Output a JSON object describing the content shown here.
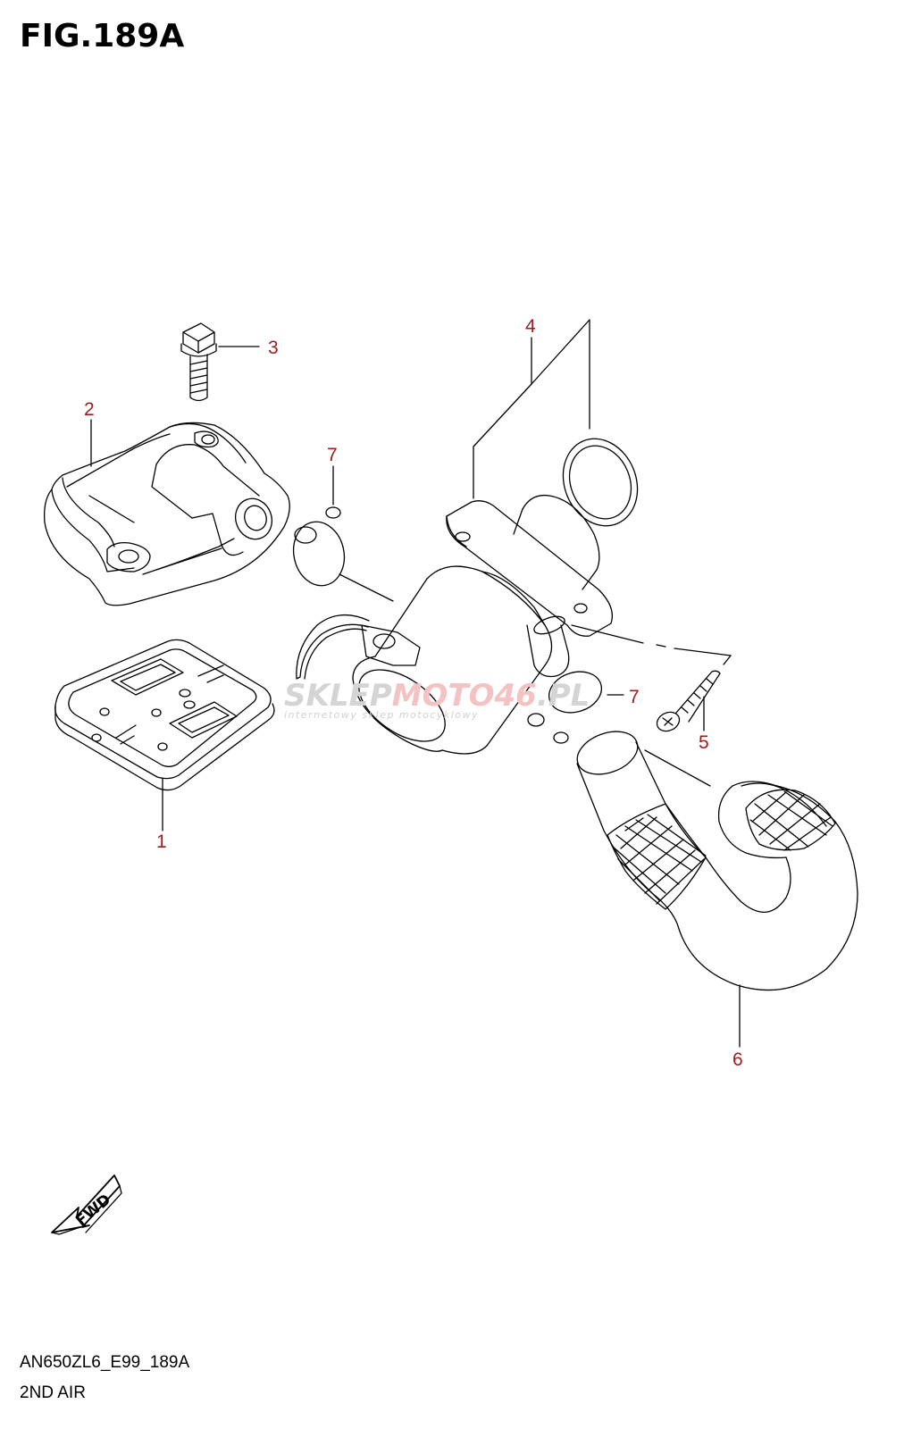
{
  "figure": {
    "title": "FIG.189A",
    "code": "AN650ZL6_E99_189A",
    "caption": "2ND AIR"
  },
  "watermark": {
    "brand_part1": "SKLEP",
    "brand_part2": "MOTO",
    "brand_number": "46",
    "brand_suffix": ".PL",
    "tagline": "internetowy sklep motocyklowy"
  },
  "fwd_label": "FWD",
  "callouts": [
    {
      "id": "1",
      "label": "1"
    },
    {
      "id": "2",
      "label": "2"
    },
    {
      "id": "3",
      "label": "3"
    },
    {
      "id": "4",
      "label": "4"
    },
    {
      "id": "5",
      "label": "5"
    },
    {
      "id": "6",
      "label": "6"
    },
    {
      "id": "7a",
      "label": "7"
    },
    {
      "id": "7b",
      "label": "7"
    }
  ],
  "colors": {
    "callout": "#9b1c1c",
    "line": "#000000",
    "watermark_grey": "#cfcfcf",
    "watermark_red": "#f2b8b8"
  }
}
